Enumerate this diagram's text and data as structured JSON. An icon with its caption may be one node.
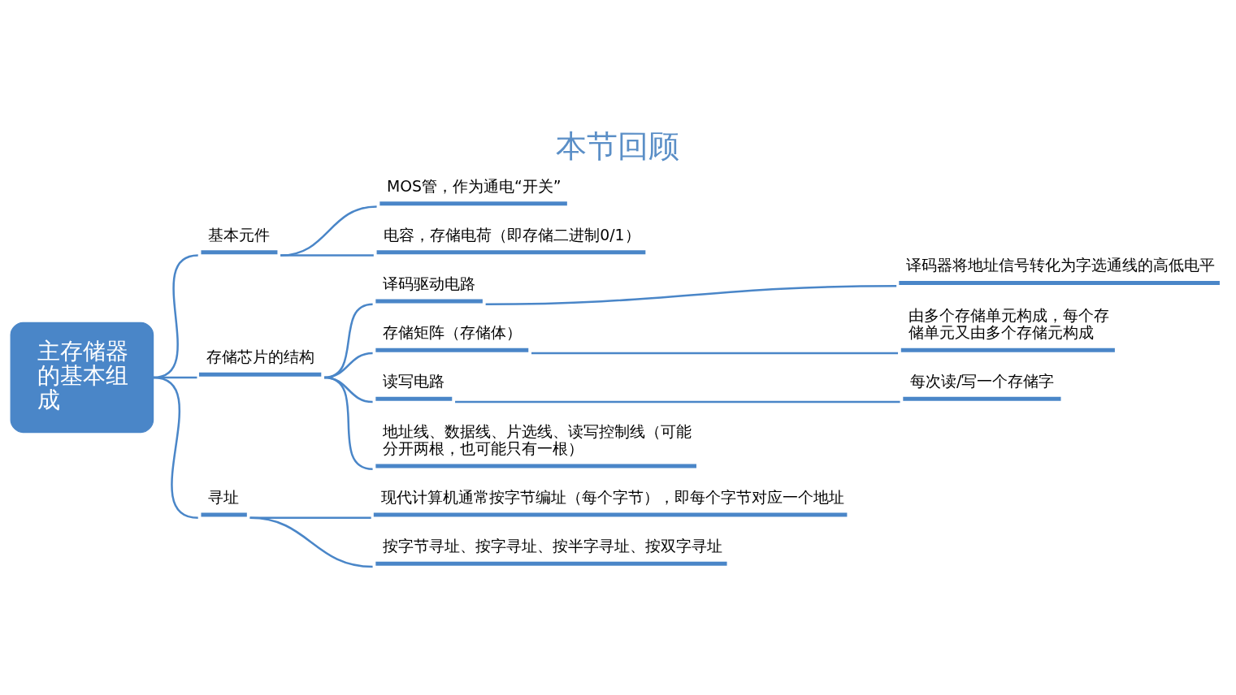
{
  "diagram": {
    "title": "本节回顾",
    "nodes": [
      {
        "text": [
          "主存储器的基本组成"
        ]
      },
      {
        "text": [
          "基本元件"
        ]
      },
      {
        "text": [
          "MOS管，作为通电“开关”"
        ]
      },
      {
        "text": [
          "电容，存储电荷（即存储二进制0/1）"
        ]
      },
      {
        "text": [
          "存储芯片的结构"
        ]
      },
      {
        "text": [
          "译码驱动电路"
        ]
      },
      {
        "text": [
          "译码器将地址信号转化为字选通线的高低电平"
        ]
      },
      {
        "text": [
          "存储矩阵（存储体）"
        ]
      },
      {
        "text": [
          "由多个存储单元构成，每个存储单元又由多个存储元构成"
        ]
      },
      {
        "text": [
          "读写电路"
        ]
      },
      {
        "text": [
          "每次读/写一个存储字"
        ]
      },
      {
        "text": [
          "地址线、数据线、片选线、读写控制线（可能分开两根，也可能只有一根）"
        ]
      },
      {
        "text": [
          "寻址"
        ]
      },
      {
        "text": [
          "现代计算机通常按字节编址（每个字节），即每个字节对应一个地址"
        ]
      },
      {
        "text": [
          "按字节寻址、按字寻址、按半字寻址、按双字寻址"
        ]
      }
    ],
    "edges": [
      {
        "from": 0,
        "to": 1,
        "arrow": "none"
      },
      {
        "from": 1,
        "to": 2,
        "arrow": "none"
      },
      {
        "from": 1,
        "to": 3,
        "arrow": "none"
      },
      {
        "from": 0,
        "to": 4,
        "arrow": "none"
      },
      {
        "from": 4,
        "to": 5,
        "arrow": "none"
      },
      {
        "from": 5,
        "to": 6,
        "arrow": "none"
      },
      {
        "from": 4,
        "to": 7,
        "arrow": "none"
      },
      {
        "from": 7,
        "to": 8,
        "arrow": "none"
      },
      {
        "from": 4,
        "to": 9,
        "arrow": "none"
      },
      {
        "from": 9,
        "to": 10,
        "arrow": "none"
      },
      {
        "from": 4,
        "to": 11,
        "arrow": "none"
      },
      {
        "from": 0,
        "to": 12,
        "arrow": "none"
      },
      {
        "from": 12,
        "to": 13,
        "arrow": "none"
      },
      {
        "from": 12,
        "to": 14,
        "arrow": "none"
      }
    ]
  }
}
